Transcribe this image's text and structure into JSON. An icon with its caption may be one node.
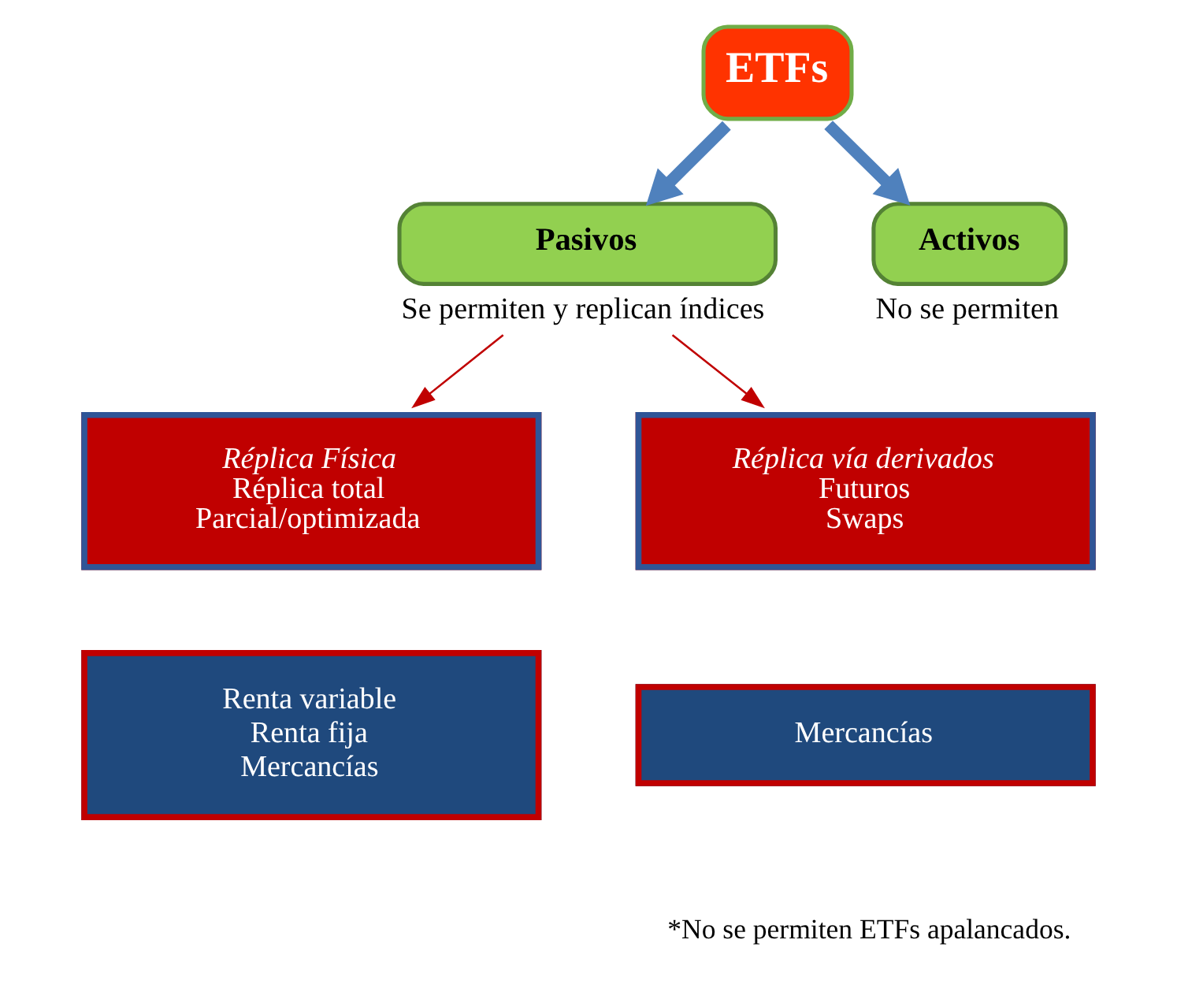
{
  "diagram": {
    "nodes": [
      {
        "text": [
          "ETFs"
        ]
      },
      {
        "text": [
          "Pasivos"
        ],
        "beside": [
          "Se permiten y replican índices"
        ]
      },
      {
        "text": [
          "Activos"
        ],
        "beside": [
          "No se permiten"
        ]
      },
      {
        "text": [
          "Réplica Física",
          "Réplica total",
          "Parcial/optimizada"
        ]
      },
      {
        "text": [
          "Réplica vía derivados",
          "Futuros",
          "Swaps"
        ]
      },
      {
        "text": [
          "Renta variable",
          "Renta fija",
          "Mercancías"
        ]
      },
      {
        "text": [
          "Mercancías"
        ]
      }
    ],
    "edges": [
      {
        "from": 0,
        "to": 1,
        "arrow": "to",
        "style": "thick",
        "color": "#4f81bd"
      },
      {
        "from": 0,
        "to": 2,
        "arrow": "to",
        "style": "thick",
        "color": "#4f81bd"
      },
      {
        "from": 1,
        "to": 3,
        "arrow": "to",
        "color": "#c00000"
      },
      {
        "from": 1,
        "to": 4,
        "arrow": "to",
        "color": "#c00000"
      }
    ],
    "labels": [
      "*No se permiten ETFs apalancados."
    ]
  }
}
